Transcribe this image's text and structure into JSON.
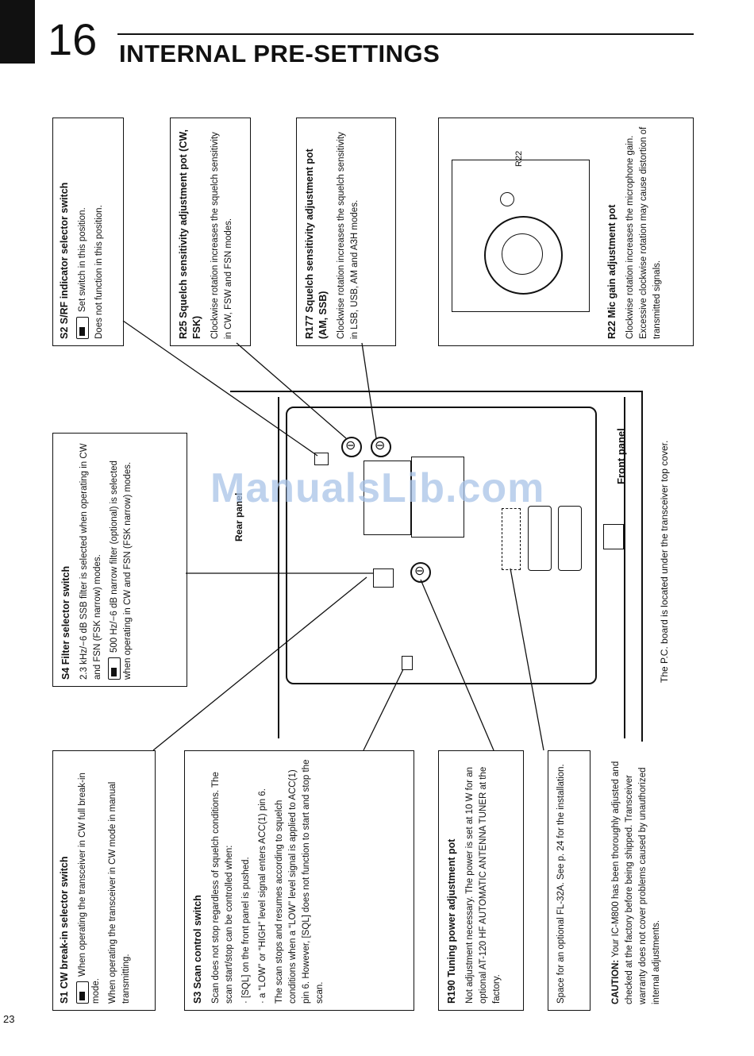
{
  "header": {
    "number": "16",
    "title": "INTERNAL PRE-SETTINGS"
  },
  "page_number": "23",
  "watermark": "ManualsLib.com",
  "boxes": {
    "s1": {
      "title": "S1  CW break-in selector switch",
      "line1": "When operating the transceiver in CW full break-in mode.",
      "line2": "When operating the transceiver in CW mode in manual transmitting."
    },
    "s3": {
      "title": "S3  Scan control switch",
      "p1": "Scan does not stop regardless of squelch conditions. The scan start/stop can be controlled when:",
      "b1": "· [SQL] on the front panel is pushed.",
      "b2": "· a “LOW” or “HIGH” level signal enters ACC(1) pin 6.",
      "p2": "The scan stops and resumes according to squelch conditions when a “LOW” level signal is applied to ACC(1) pin 6. However, [SQL] does not function to start and stop the scan."
    },
    "r190": {
      "title": "R190  Tuning power adjustment pot",
      "text": "Not adjustment necessary. The power is set at 10 W for an optional AT-120 HF AUTOMATIC ANTENNA TUNER at the factory."
    },
    "fl": {
      "text": "Space for an optional FL-32A. See p. 24 for the installation."
    },
    "caution": {
      "label": "CAUTION:",
      "text": "Your IC-M800 has been thoroughly adjusted and checked at the factory before being shipped. Transceiver warranty does not cover problems caused by unauthorized internal adjustments."
    },
    "s4": {
      "title": "S4  Filter selector switch",
      "line1": "2.3 kHz/−6 dB SSB filter is selected when operating in CW and FSN (FSK narrow) modes.",
      "line2": "500 Hz/−6 dB narrow filter (optional) is selected when operating in CW and FSN (FSK narrow) modes."
    },
    "s2": {
      "title": "S2  S/RF indicator selector switch",
      "line1": "Set switch in this position.",
      "line2": "Does not function in this position."
    },
    "r25": {
      "title": "R25  Squelch sensitivity adjustment pot (CW, FSK)",
      "text": "Clockwise rotation increases the squelch sensitivity in CW, FSW and FSN modes."
    },
    "r177": {
      "title": "R177  Squelch sensitivity adjustment pot (AM, SSB)",
      "text": "Clockwise rotation increases the squelch sensitivity in LSB, USB, AM and A3H modes."
    },
    "r22": {
      "title": "R22  Mic gain adjustment pot",
      "text": "Clockwise rotation increases the microphone gain. Excessive clockwise rotation may cause distortion of transmitted signals.",
      "callout": "R22"
    }
  },
  "diagram": {
    "rear_panel": "Rear panel",
    "front_panel": "Front panel",
    "note": "The P.C. board is located under the transceiver top cover."
  }
}
